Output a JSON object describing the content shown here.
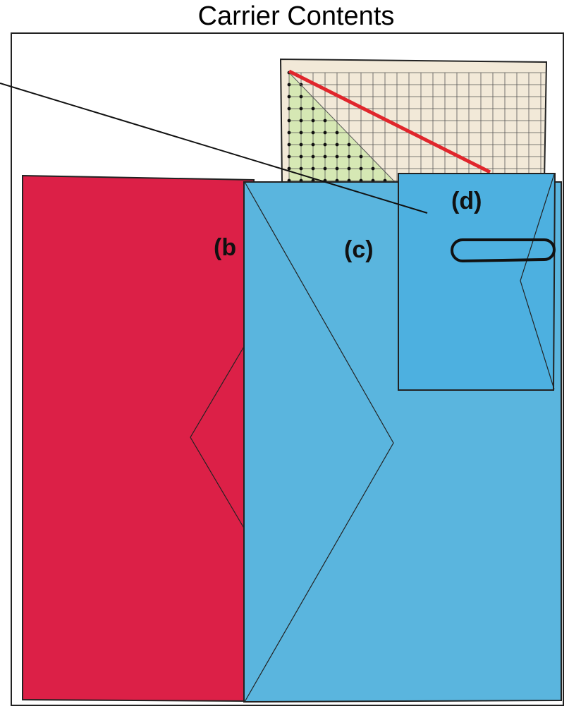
{
  "title": "Carrier Contents",
  "labels": {
    "b": "(b",
    "c": "(c)",
    "d": "(d)"
  },
  "colors": {
    "red_envelope": "#dc2047",
    "blue_envelope": "#5ab5de",
    "small_envelope": "#4db0e0",
    "graph_paper": "#f2e9d8",
    "graph_fill": "#d6e8b4",
    "red_line": "#e0262c"
  },
  "icons": [
    "paperclip-icon"
  ]
}
